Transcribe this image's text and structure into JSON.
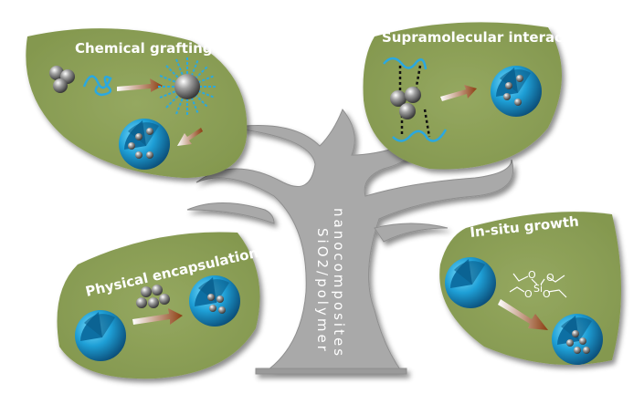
{
  "leaves": {
    "top_left": {
      "title": "Chemical grafting"
    },
    "top_right": {
      "title": "Supramolecular interaction"
    },
    "bottom_left": {
      "title": "Physical encapsulation"
    },
    "bottom_right": {
      "title": "In-situ growth"
    }
  },
  "trunk": {
    "line1": "SiO2/polymer",
    "line2": "nanocomposites"
  },
  "molecule": {
    "si": "Si",
    "o": "O"
  },
  "colors": {
    "leaf": "#8fa25a",
    "tree": "#a9a9a9",
    "sphere": "#1e9fd6",
    "arrow": "#8b3d10",
    "particle": "#8c8c8c"
  }
}
